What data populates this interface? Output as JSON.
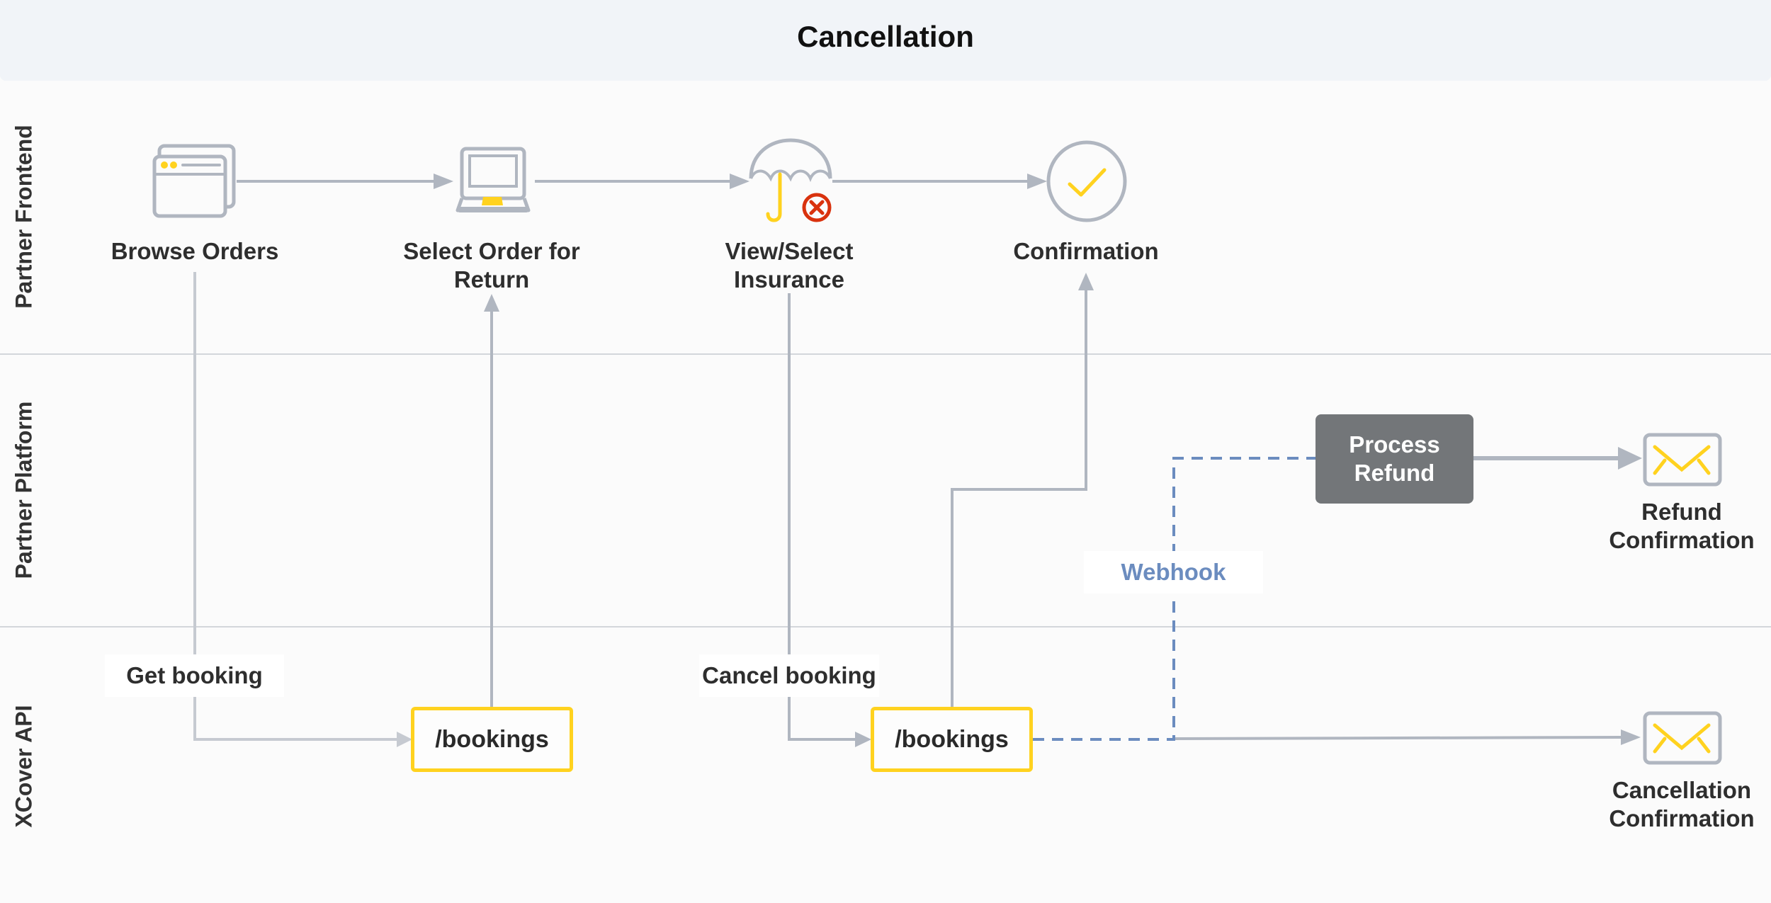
{
  "title": "Cancellation",
  "lanes": [
    {
      "label": "Partner Frontend"
    },
    {
      "label": "Partner Platform"
    },
    {
      "label": "XCover API"
    }
  ],
  "nodes": {
    "browse_orders": {
      "label": "Browse Orders",
      "icon": "browser-window-icon"
    },
    "select_order": {
      "label_line1": "Select Order for",
      "label_line2": "Return",
      "icon": "laptop-icon"
    },
    "view_insurance": {
      "label_line1": "View/Select",
      "label_line2": "Insurance",
      "icon": "umbrella-cancel-icon"
    },
    "confirmation": {
      "label": "Confirmation",
      "icon": "check-circle-icon"
    },
    "process_refund": {
      "label_line1": "Process",
      "label_line2": "Refund"
    },
    "refund_confirmation": {
      "label_line1": "Refund",
      "label_line2": "Confirmation",
      "icon": "envelope-icon"
    },
    "cancellation_confirmation": {
      "label_line1": "Cancellation",
      "label_line2": "Confirmation",
      "icon": "envelope-icon"
    },
    "bookings_get": {
      "label": "/bookings"
    },
    "bookings_cancel": {
      "label": "/bookings"
    }
  },
  "edge_labels": {
    "get_booking": "Get booking",
    "cancel_booking": "Cancel booking",
    "webhook": "Webhook"
  },
  "colors": {
    "accent_yellow": "#ffd21f",
    "line_gray": "#b0b6c0",
    "webhook_blue": "#6b8cbf",
    "cancel_red": "#d9320e",
    "process_box": "#737679",
    "header_bg": "#f1f4f8"
  }
}
